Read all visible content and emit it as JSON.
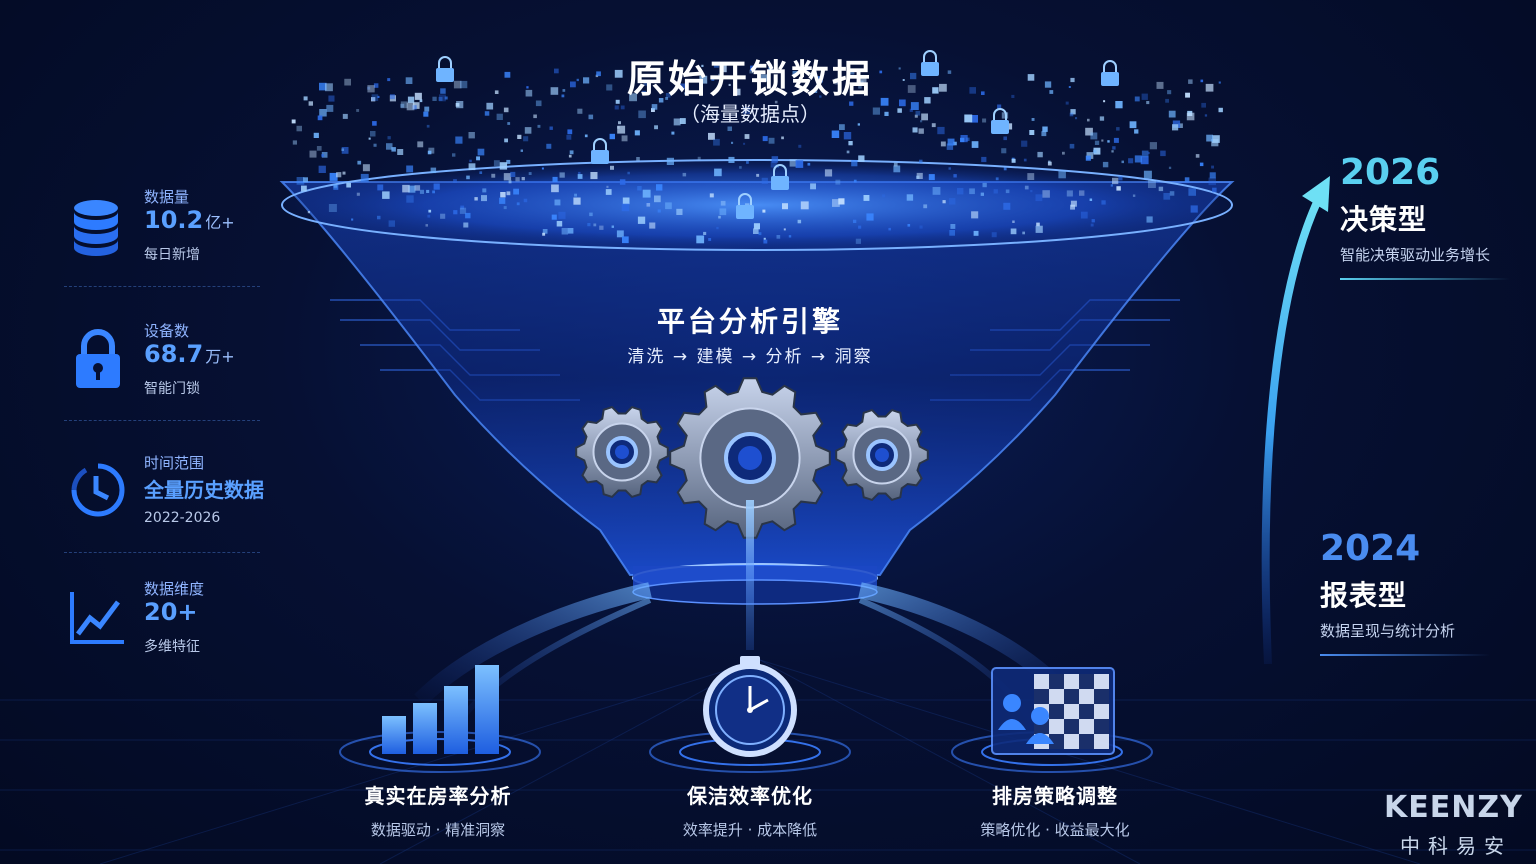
{
  "colors": {
    "background": "#030a22",
    "accent_blue": "#2d7bff",
    "accent_cyan": "#5ad0f0",
    "stat_value": "#5aa0ff"
  },
  "header": {
    "title": "原始开锁数据",
    "subtitle": "（海量数据点）"
  },
  "stats": [
    {
      "icon": "database-icon",
      "label": "数据量",
      "value": "10.2",
      "unit": "亿+",
      "sub": "每日新增"
    },
    {
      "icon": "lock-icon",
      "label": "设备数",
      "value": "68.7",
      "unit": "万+",
      "sub": "智能门锁"
    },
    {
      "icon": "clock-icon",
      "label": "时间范围",
      "value": "全量历史数据",
      "unit": "",
      "sub": "2022-2026"
    },
    {
      "icon": "line-chart-icon",
      "label": "数据维度",
      "value": "20+",
      "unit": "",
      "sub": "多维特征"
    }
  ],
  "engine": {
    "title": "平台分析引擎",
    "steps": "清洗 → 建模 → 分析 → 洞察"
  },
  "outputs": [
    {
      "icon": "bar-chart-icon",
      "title": "真实在房率分析",
      "sub": "数据驱动 · 精准洞察"
    },
    {
      "icon": "stopwatch-icon",
      "title": "保洁效率优化",
      "sub": "效率提升 · 成本降低"
    },
    {
      "icon": "room-grid-icon",
      "title": "排房策略调整",
      "sub": "策略优化 · 收益最大化"
    }
  ],
  "timeline": [
    {
      "year": "2026",
      "type": "决策型",
      "desc": "智能决策驱动业务增长"
    },
    {
      "year": "2024",
      "type": "报表型",
      "desc": "数据呈现与统计分析"
    }
  ],
  "logo": {
    "en": "KEENZY",
    "cn": "中科易安"
  }
}
